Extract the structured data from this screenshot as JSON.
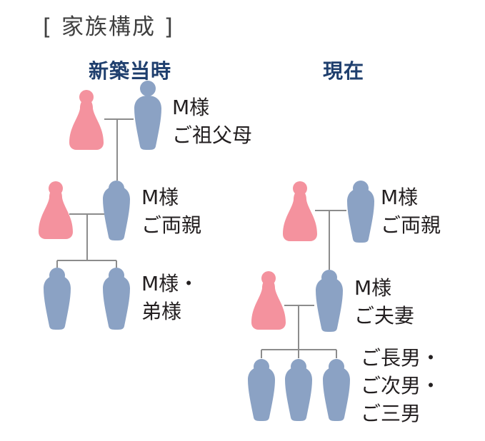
{
  "title": "[ 家族構成 ]",
  "columns": {
    "then": "新築当時",
    "now": "現在"
  },
  "labels": {
    "then_grandparents": [
      "M様",
      "ご祖父母"
    ],
    "then_parents": [
      "M様",
      "ご両親"
    ],
    "then_children": [
      "M様・",
      "弟様"
    ],
    "now_parents": [
      "M様",
      "ご両親"
    ],
    "now_couple": [
      "M様",
      "ご夫妻"
    ],
    "now_children": [
      "ご長男・",
      "ご次男・",
      "ご三男"
    ]
  },
  "colors": {
    "female": "#f4929e",
    "male": "#8ba2c4",
    "line": "#8c8c8c",
    "heading": "#1f3f6e"
  }
}
